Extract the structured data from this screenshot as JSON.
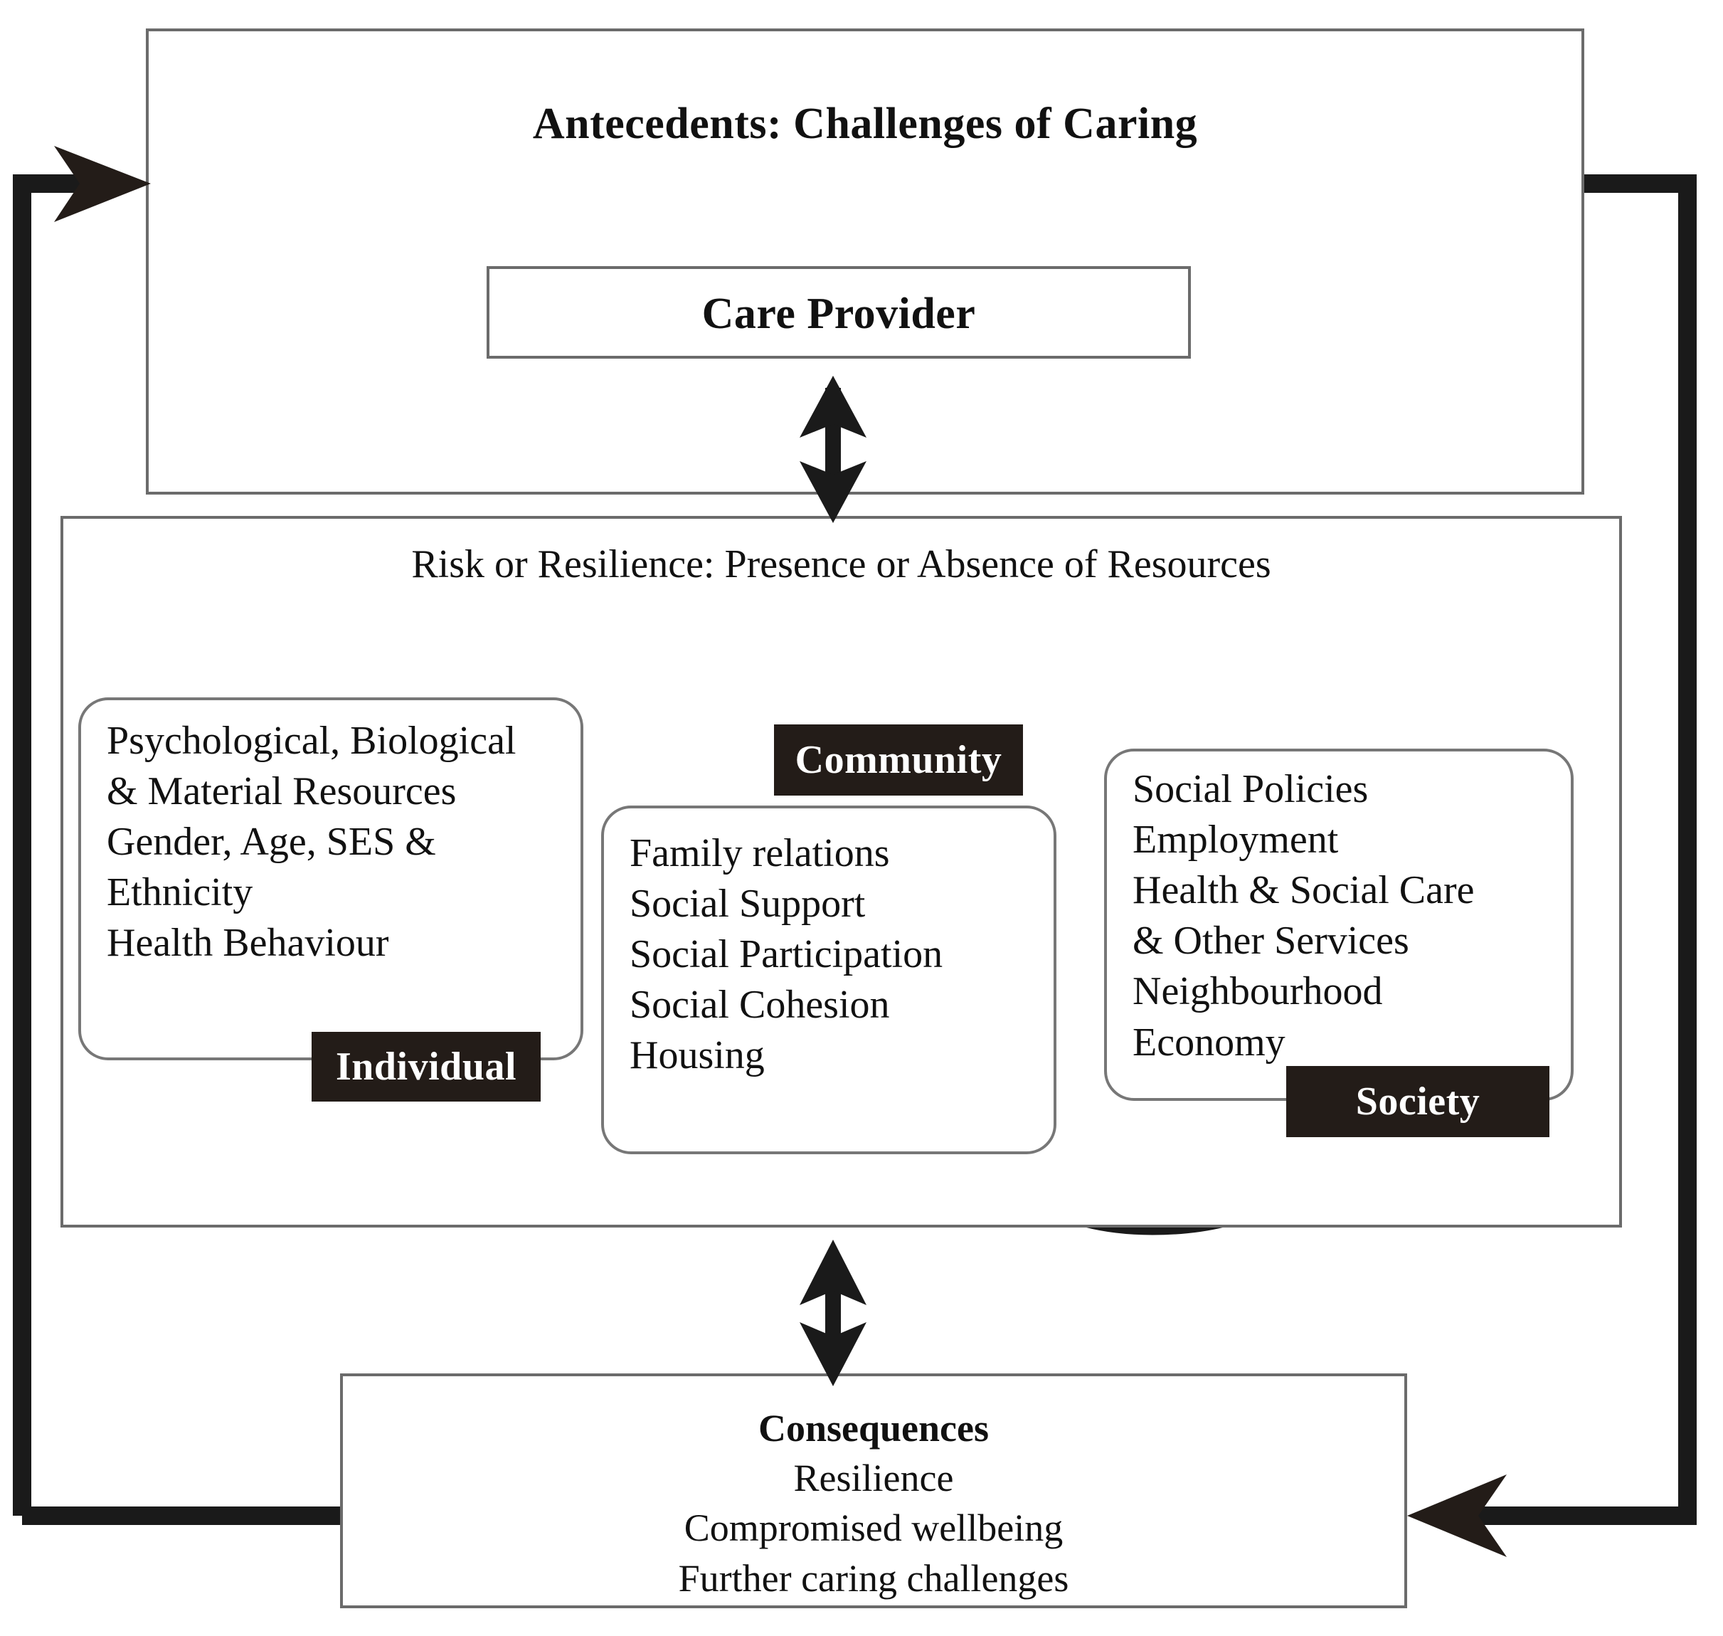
{
  "figure": {
    "type": "conceptual-framework-diagram",
    "antecedents": {
      "title": "Antecedents: Challenges of Caring",
      "care_provider_label": "Care Provider"
    },
    "risk_panel": {
      "title": "Risk or Resilience: Presence or Absence of Resources",
      "domains": [
        {
          "badge": "Individual",
          "items": [
            "Psychological, Biological",
            "& Material Resources",
            "Gender, Age, SES &",
            "Ethnicity",
            "Health Behaviour"
          ]
        },
        {
          "badge": "Community",
          "items": [
            "Family relations",
            "Social Support",
            "Social Participation",
            "Social Cohesion",
            "Housing"
          ]
        },
        {
          "badge": "Society",
          "items": [
            "Social Policies",
            "Employment",
            "Health & Social Care",
            "& Other Services",
            "Neighbourhood",
            "Economy"
          ]
        }
      ]
    },
    "consequences": {
      "heading": "Consequences",
      "items": [
        "Resilience",
        "Compromised wellbeing",
        "Further caring challenges"
      ]
    },
    "connectors": {
      "care_provider_to_risk": "double-headed-vertical-arrow",
      "risk_to_consequences": "double-headed-vertical-arrow",
      "feedback_left": "arrow-into-antecedents",
      "feedback_right": "arrow-into-consequences",
      "individual_society_arc": "curved-link-top",
      "individual_community_arc": "curved-link-bottom",
      "community_society_arc": "curved-link-bottom"
    },
    "colors": {
      "badge_background": "#231c18",
      "badge_text": "#ffffff",
      "box_border": "#6b6b6b",
      "rounded_border": "#777777",
      "connector": "#1a1a1a",
      "page_background": "#ffffff",
      "text": "#111111"
    }
  }
}
